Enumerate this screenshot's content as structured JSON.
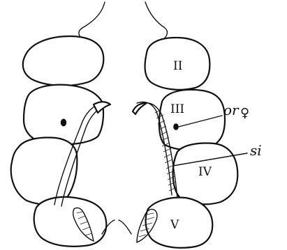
{
  "figure": {
    "segment_labels": {
      "ii": "II",
      "iii": "III",
      "iv": "IV",
      "v": "V"
    },
    "annotations": {
      "or_text": "or",
      "or_symbol": "♀",
      "si": "si"
    }
  }
}
